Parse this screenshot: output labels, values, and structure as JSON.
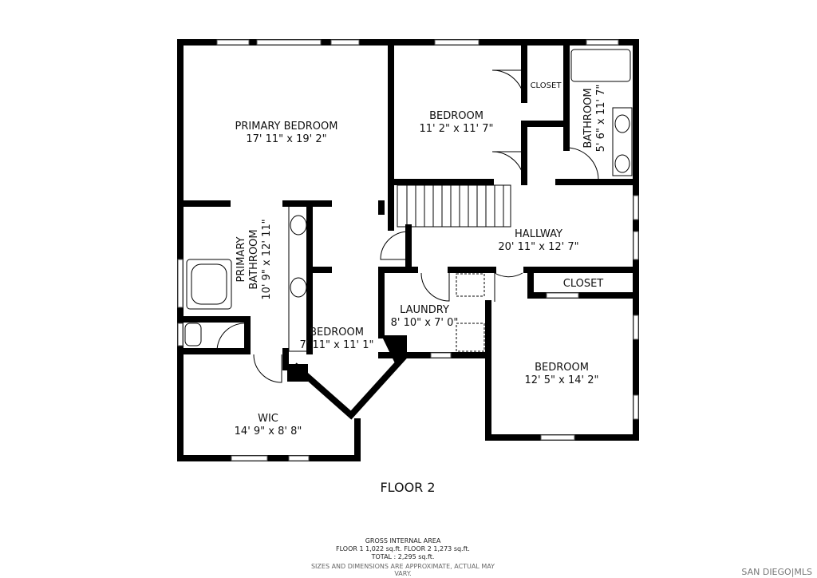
{
  "floor_title": "FLOOR 2",
  "rooms": [
    {
      "name": "PRIMARY BEDROOM",
      "size": "17' 11\" x 19' 2\""
    },
    {
      "name": "BEDROOM",
      "size": "11' 2\" x 11' 7\""
    },
    {
      "name": "CLOSET"
    },
    {
      "name": "BATHROOM",
      "size": "5' 6\" x 11' 7\""
    },
    {
      "name": "HALLWAY",
      "size": "20' 11\" x 12' 7\""
    },
    {
      "name": "PRIMARY",
      "name2": "BATHROOM",
      "size": "10' 9\" x 12' 11\""
    },
    {
      "name": "CLOSET"
    },
    {
      "name": "LAUNDRY",
      "size": "8' 10\" x 7' 0\""
    },
    {
      "name": "BEDROOM",
      "size": "7' 11\" x 11' 1\""
    },
    {
      "name": "BEDROOM",
      "size": "12' 5\" x 14' 2\""
    },
    {
      "name": "WIC",
      "size": "14' 9\" x 8' 8\""
    }
  ],
  "footer": {
    "heading": "GROSS INTERNAL AREA",
    "floors": "FLOOR 1 1,022 sq.ft.   FLOOR 2 1,273 sq.ft.",
    "total": "TOTAL :  2,295 sq.ft.",
    "disclaimer": "SIZES AND DIMENSIONS ARE APPROXIMATE, ACTUAL MAY VARY."
  },
  "watermark": "SAN DIEGO|MLS"
}
